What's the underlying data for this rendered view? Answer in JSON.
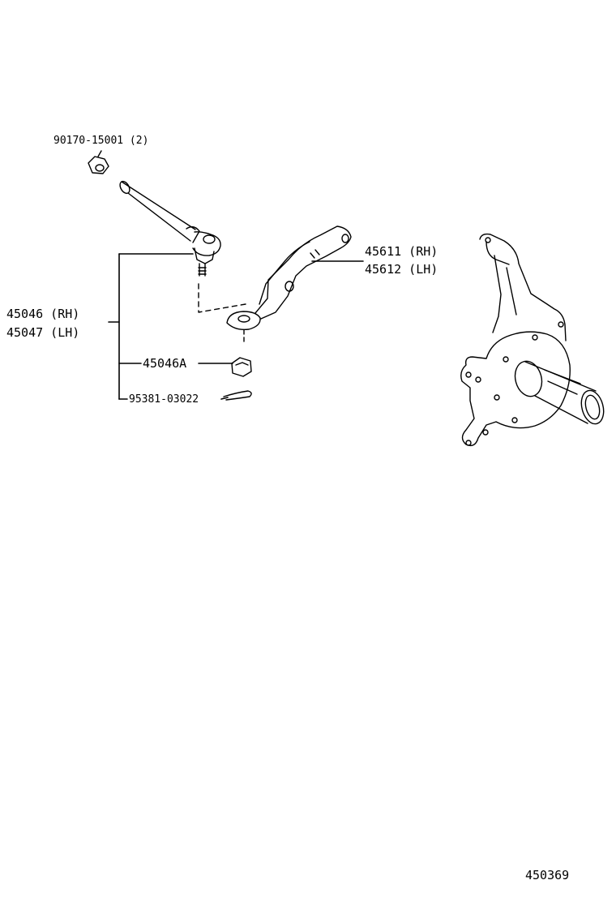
{
  "labels": {
    "nut_part": "90170-15001 (2)",
    "tie_rod_end_rh": "45046 (RH)",
    "tie_rod_end_lh": "45047 (LH)",
    "castle_nut": "45046A",
    "cotter_pin": "95381-03022",
    "knuckle_arm_rh": "45611 (RH)",
    "knuckle_arm_lh": "45612 (LH)"
  },
  "figure_number": "450369",
  "colors": {
    "ink": "#000000",
    "paper": "#ffffff"
  }
}
